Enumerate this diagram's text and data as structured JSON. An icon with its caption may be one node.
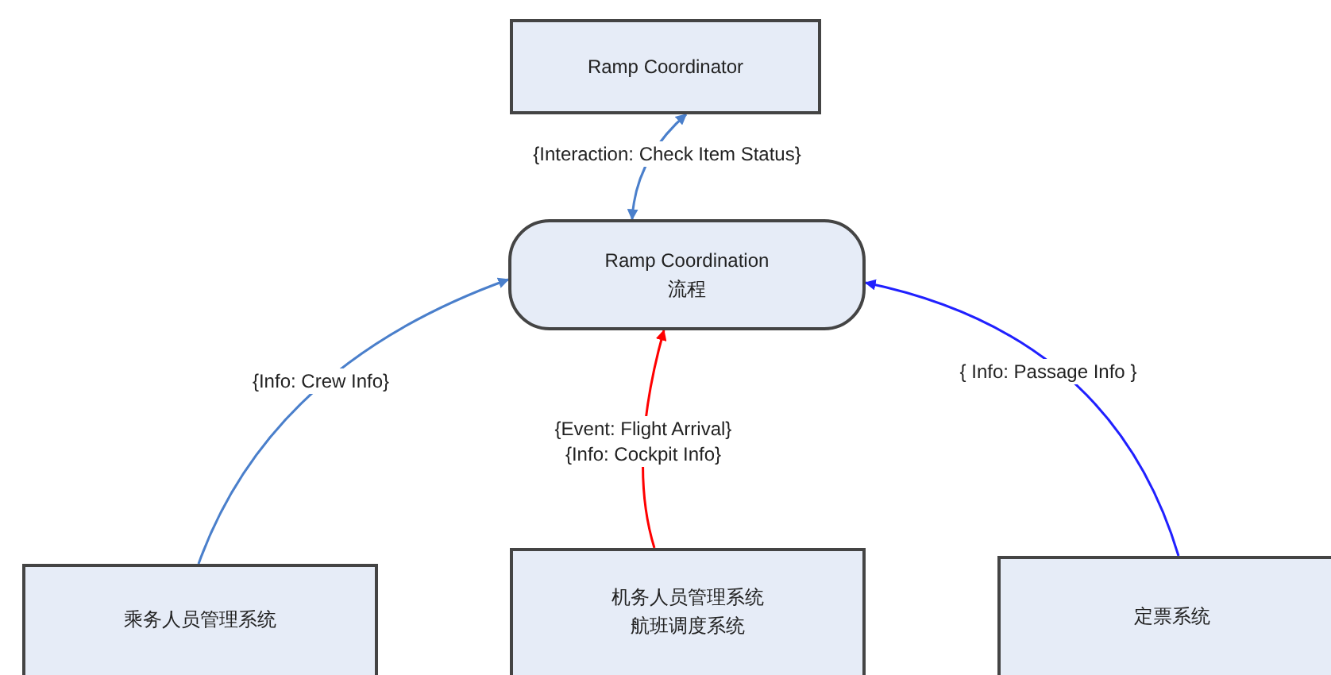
{
  "diagram": {
    "nodes": [
      {
        "text": [
          "Ramp Coordinator"
        ]
      },
      {
        "text": [
          "Ramp Coordination",
          "流程"
        ]
      },
      {
        "text": [
          "乘务人员管理系统"
        ]
      },
      {
        "text": [
          "机务人员管理系统",
          "航班调度系统"
        ]
      },
      {
        "text": [
          "定票系统"
        ]
      }
    ],
    "edges": [
      {
        "from": 1,
        "to": 0,
        "arrow": "both",
        "label": "{Interaction: Check Item Status}",
        "color": "#4a7fcb"
      },
      {
        "from": 2,
        "to": 1,
        "arrow": "to",
        "label": "{Info: Crew Info}",
        "color": "#4a7fcb"
      },
      {
        "from": 3,
        "to": 1,
        "arrow": "to",
        "label": "{Event: Flight Arrival} {Info: Cockpit Info}",
        "color": "#ff0000"
      },
      {
        "from": 4,
        "to": 1,
        "arrow": "to",
        "label": "{ Info: Passage Info }",
        "color": "#2020ff"
      }
    ]
  }
}
